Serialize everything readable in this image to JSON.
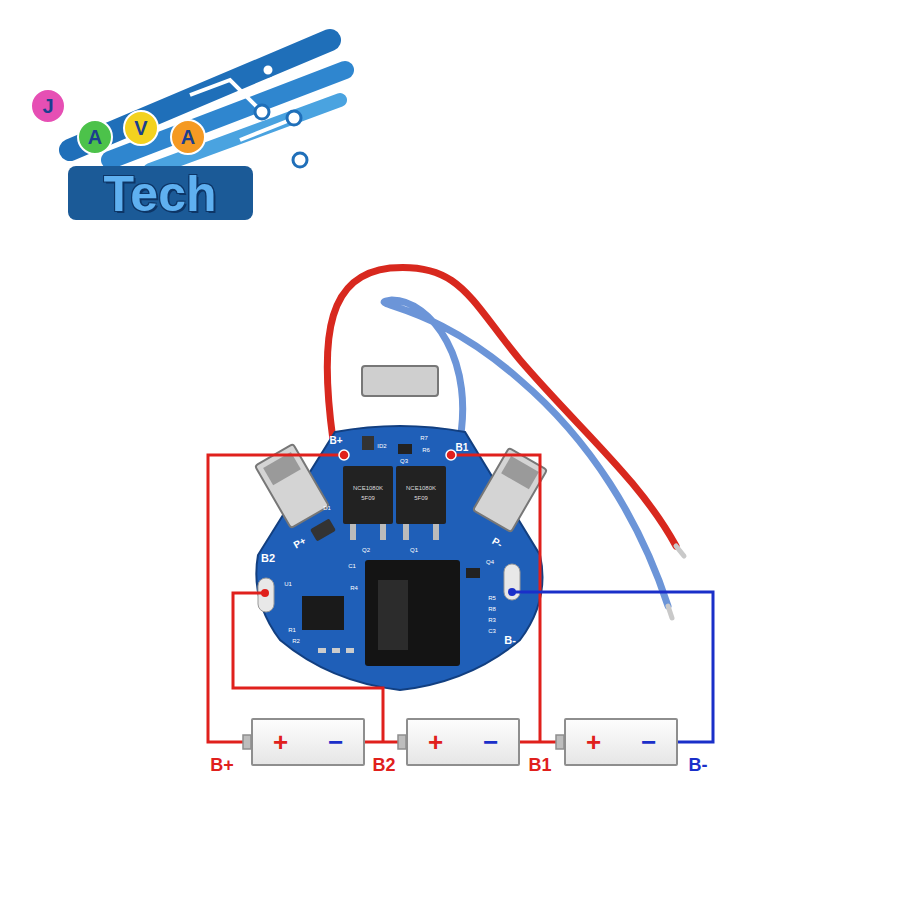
{
  "diagram": {
    "nodes": [
      {
        "text": [
          "+",
          "−"
        ]
      },
      {
        "text": [
          "+",
          "−"
        ]
      },
      {
        "text": [
          "+",
          "−"
        ]
      }
    ],
    "labels": [
      "J",
      "A",
      "V",
      "A",
      "Tech",
      "B+",
      "ID2",
      "Q3",
      "R7",
      "R6",
      "B1",
      "P+",
      "P-",
      "D1",
      "NCE1080K",
      "5F09",
      "NCE1080K",
      "5F09",
      "Q2",
      "Q1",
      "B2",
      "U1",
      "R4",
      "C1",
      "Q4",
      "R5",
      "R8",
      "R3",
      "C3",
      "B-",
      "R1",
      "R2",
      "B+",
      "B2",
      "B1",
      "B-"
    ]
  }
}
